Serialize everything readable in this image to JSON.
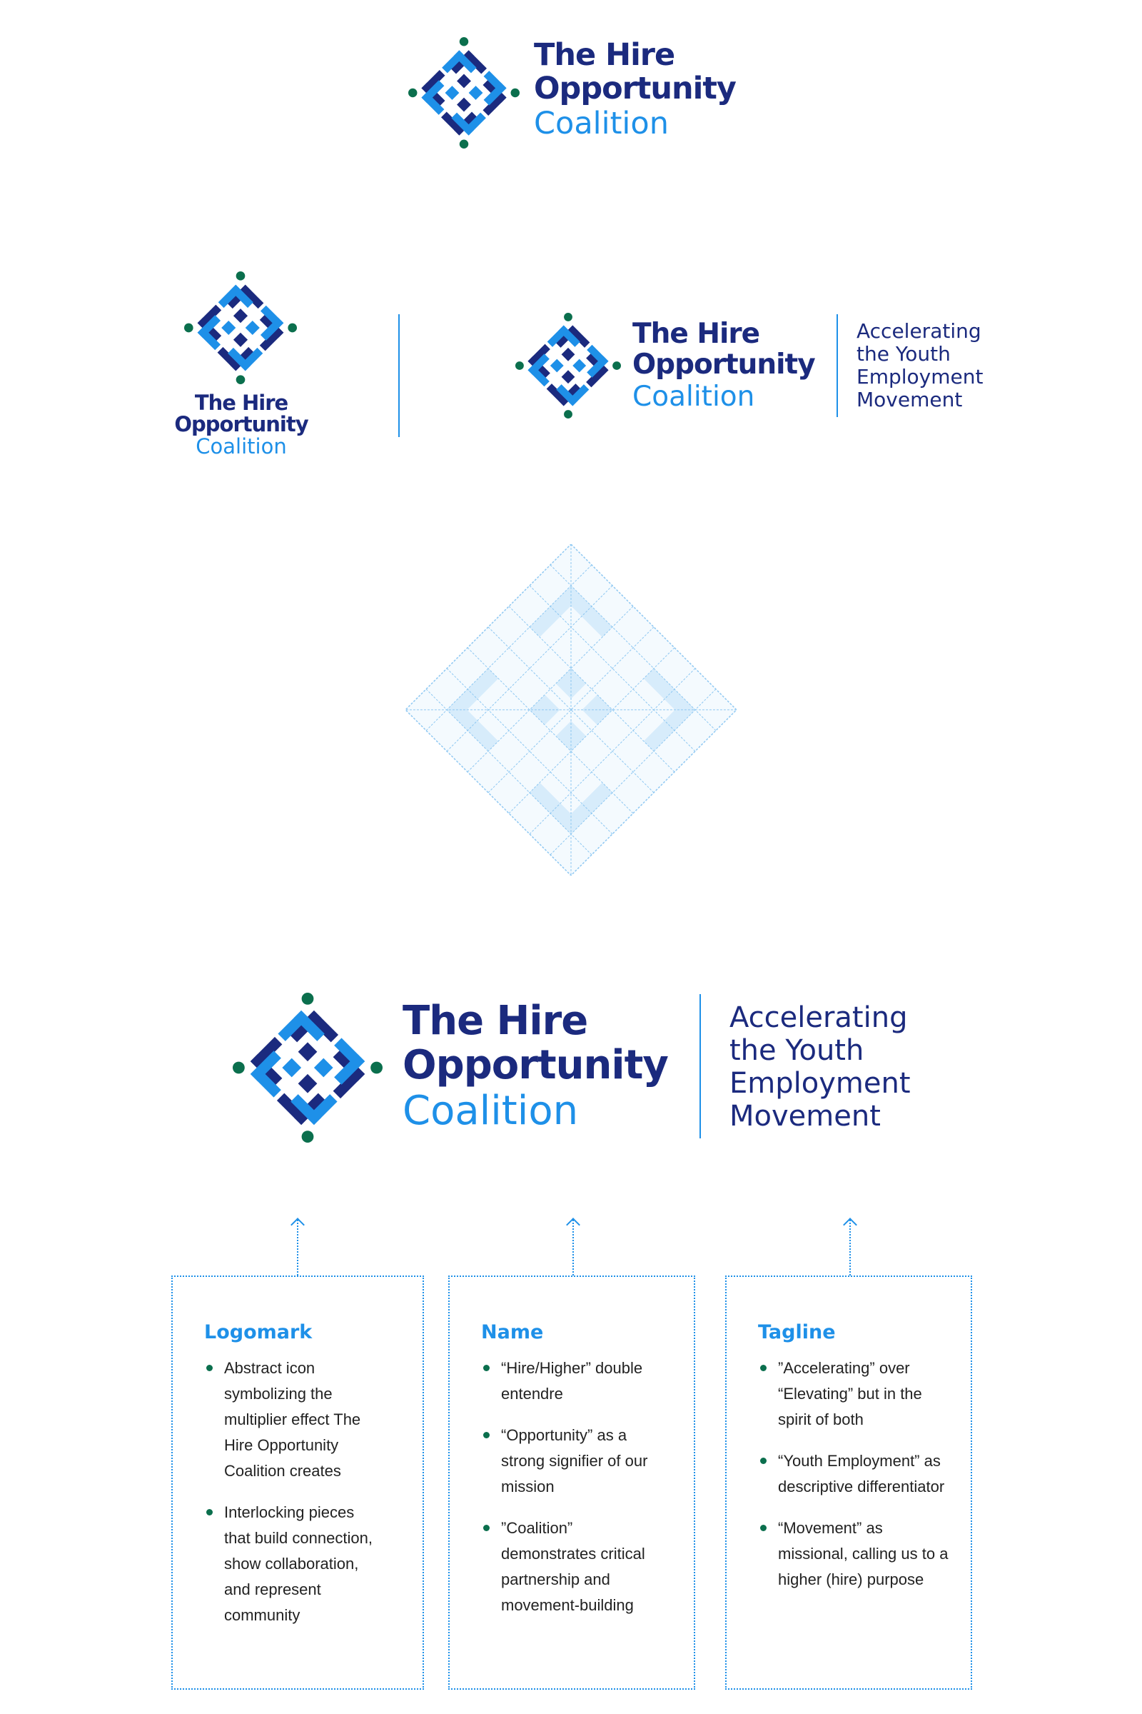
{
  "brand": {
    "name_line1": "The Hire",
    "name_line2": "Opportunity",
    "name_line3": "Coalition",
    "tagline_lines": [
      "Accelerating",
      "the Youth",
      "Employment",
      "Movement"
    ],
    "colors": {
      "navy": "#1b2a7e",
      "blue": "#1e90e8",
      "green": "#0b6f4d",
      "teal": "#14a37f",
      "grid": "#cfe8fa"
    }
  },
  "icons": {
    "logomark": "interlocking-diamond-logomark-icon",
    "construction_grid": "construction-grid-icon"
  },
  "cards": [
    {
      "title": "Logomark",
      "bullets": [
        "Abstract icon symbolizing the multiplier effect The Hire Opportunity Coalition creates",
        "Interlocking pieces that build connection, show collaboration, and represent community"
      ]
    },
    {
      "title": "Name",
      "bullets": [
        "“Hire/Higher” double entendre",
        "“Opportunity” as a strong signifier of our mission",
        "”Coalition” demonstrates critical partnership and movement-building"
      ]
    },
    {
      "title": "Tagline",
      "bullets": [
        "”Accelerating” over “Elevating” but in the spirit of both",
        "“Youth Employment” as descriptive differentiator",
        "“Movement” as missional, calling us to a higher (hire) purpose"
      ]
    }
  ]
}
